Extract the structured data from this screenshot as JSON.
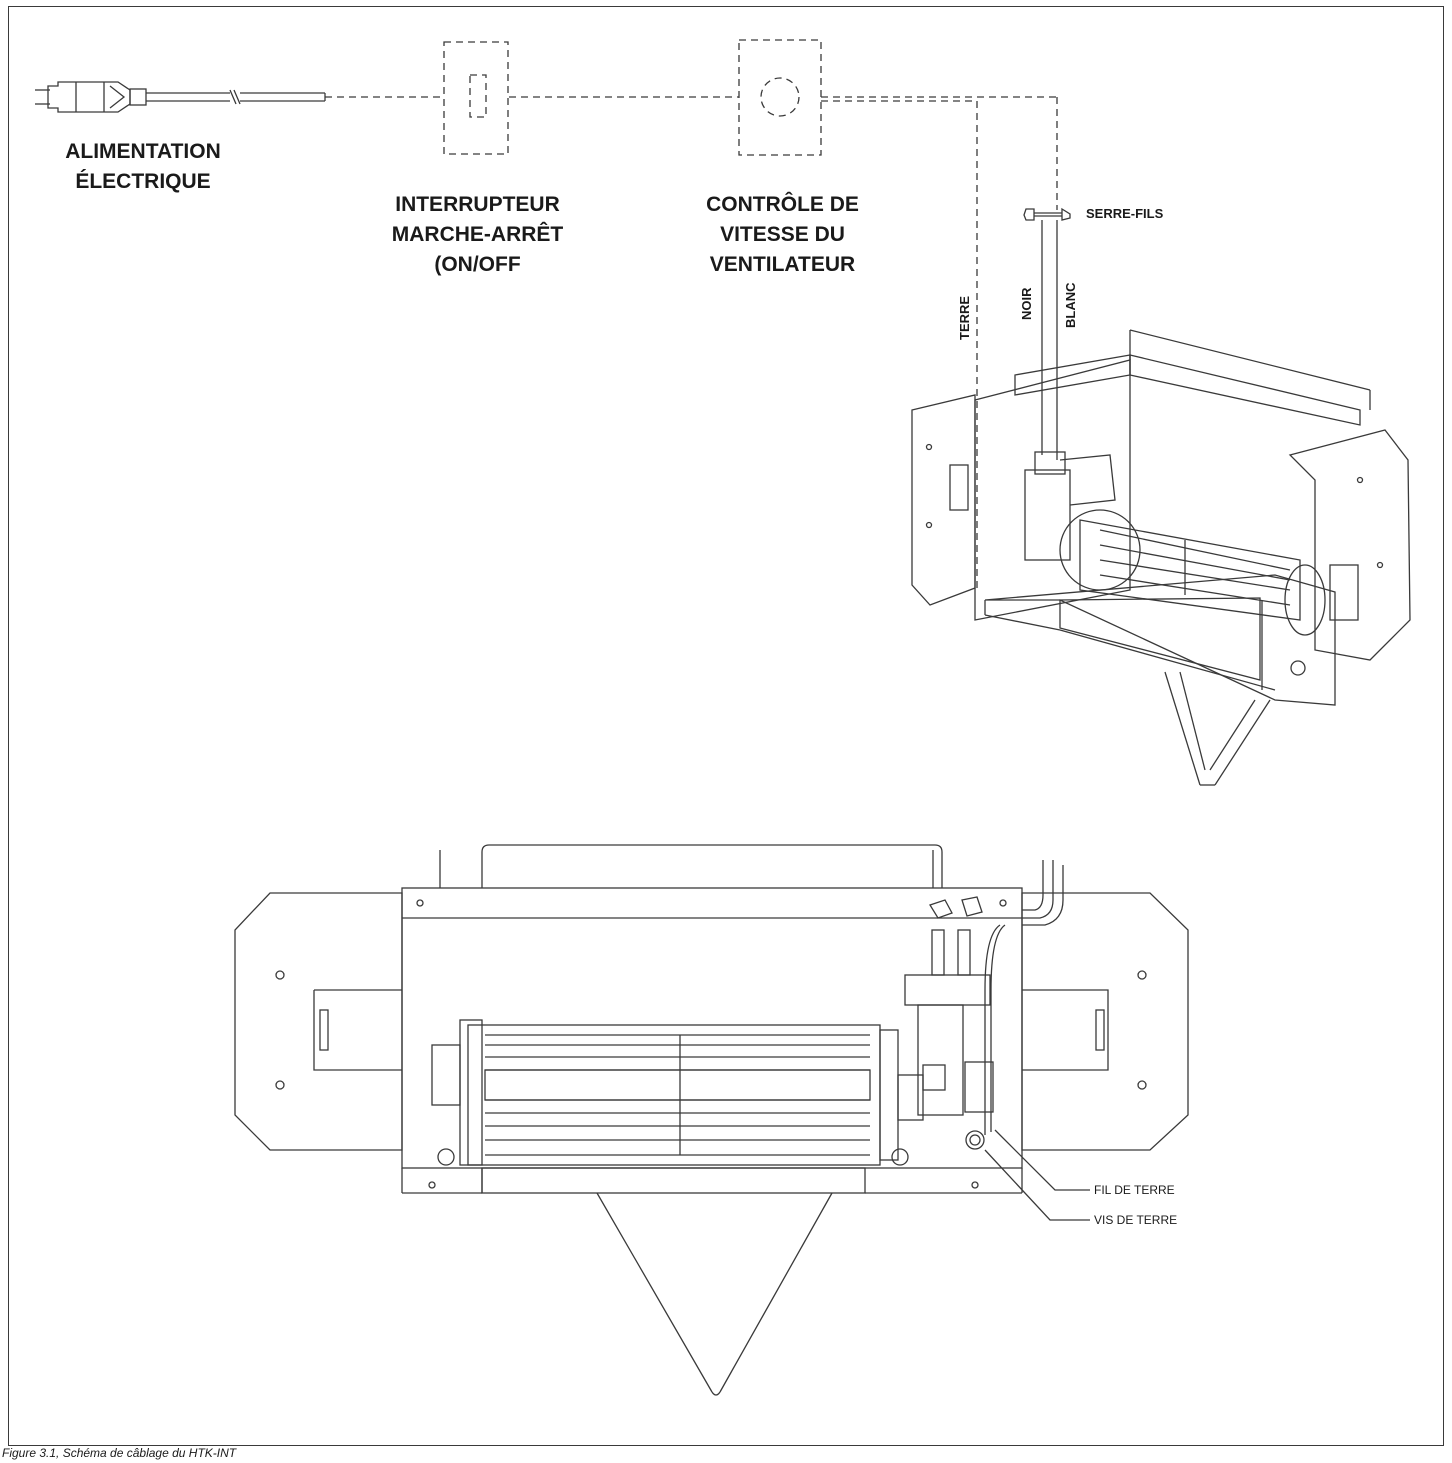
{
  "labels": {
    "power_line1": "ALIMENTATION",
    "power_line2": "ÉLECTRIQUE",
    "switch_line1": "INTERRUPTEUR",
    "switch_line2": "MARCHE-ARRÊT",
    "switch_line3": "(ON/OFF",
    "speed_line1": "CONTRÔLE DE",
    "speed_line2": "VITESSE DU",
    "speed_line3": "VENTILATEUR",
    "wire_nuts": "SERRE-FILS",
    "ground": "TERRE",
    "black": "NOIR",
    "white": "BLANC",
    "ground_wire": "FIL DE TERRE",
    "ground_screw": "VIS DE TERRE"
  },
  "caption": "Figure 3.1, Schéma de câblage du HTK-INT",
  "colors": {
    "line": "#3a3a3a",
    "text": "#1a1a1a",
    "background": "#ffffff"
  },
  "icons": [
    "power-plug-icon",
    "switch-icon",
    "speed-dial-icon",
    "wire-nut-icon",
    "ground-screw-icon"
  ]
}
